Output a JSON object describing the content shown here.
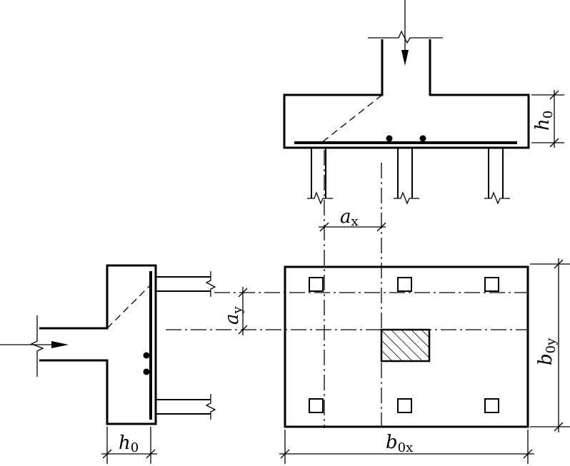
{
  "labels": {
    "h0_top": {
      "main": "h",
      "sub": "0"
    },
    "h0_left": {
      "main": "h",
      "sub": "0"
    },
    "ax": {
      "main": "a",
      "sub": "x"
    },
    "ay": {
      "main": "a",
      "sub": "y"
    },
    "b0x": {
      "main": "b",
      "sub": "0x"
    },
    "b0y": {
      "main": "b",
      "sub": "0y"
    }
  }
}
